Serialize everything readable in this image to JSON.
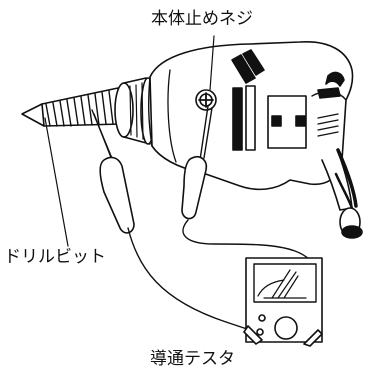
{
  "labels": {
    "screw": "本体止めネジ",
    "drill_bit": "ドリルビット",
    "tester": "導通テスタ"
  },
  "colors": {
    "line": "#111111",
    "fill_dark": "#111111",
    "fill_light": "#ffffff"
  }
}
